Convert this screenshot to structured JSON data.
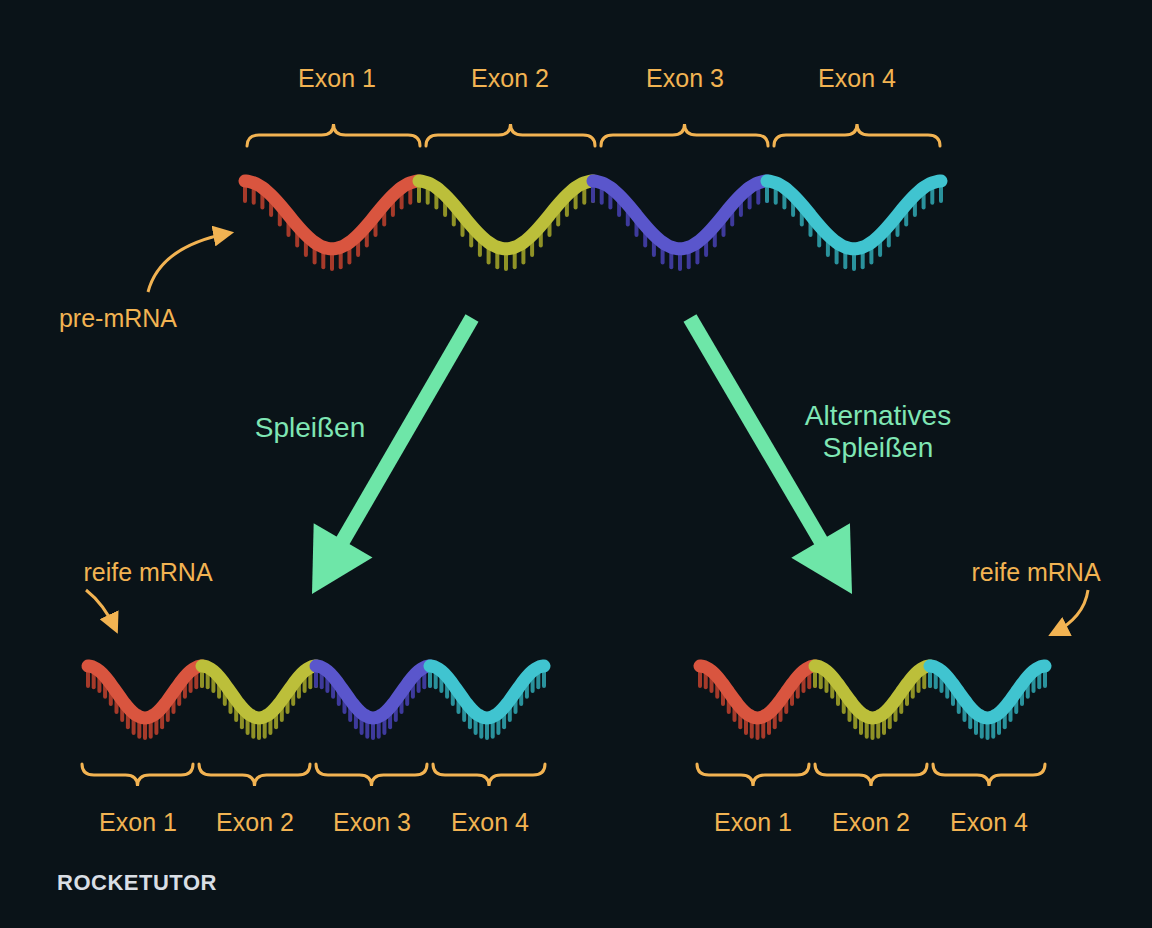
{
  "diagram": {
    "labels": [
      "Exon 1",
      "Exon 2",
      "Exon 3",
      "Exon 4",
      "pre-mRNA",
      "Spleißen",
      "Alternatives Spleißen",
      "reife mRNA",
      "reife mRNA",
      "Exon 1",
      "Exon 2",
      "Exon 3",
      "Exon 4",
      "Exon 1",
      "Exon 2",
      "Exon 4",
      "ROCKETUTOR"
    ]
  }
}
